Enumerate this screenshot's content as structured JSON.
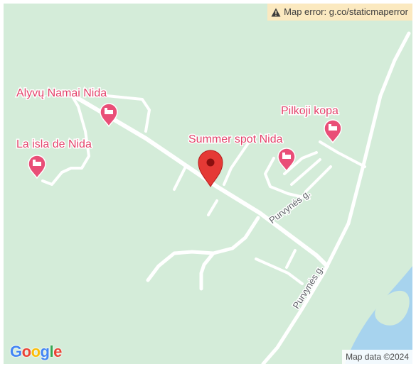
{
  "error_banner": {
    "icon": "warning-icon",
    "text": "Map error: g.co/staticmaperror"
  },
  "pois": [
    {
      "label": "Alyvų Namai Nida",
      "icon": "hotel-icon"
    },
    {
      "label": "La isla de Nida",
      "icon": "hotel-icon"
    },
    {
      "label": "Summer spot Nida",
      "icon": "hotel-icon"
    },
    {
      "label": "Pilkoji kopa",
      "icon": "hotel-icon"
    }
  ],
  "roads": [
    {
      "label": "Purvynės g."
    },
    {
      "label": "Purvynės g."
    }
  ],
  "marker": {
    "icon": "location-pin-icon"
  },
  "logo": {
    "letters": [
      "G",
      "o",
      "o",
      "g",
      "l",
      "e"
    ]
  },
  "attribution": "Map data ©2024",
  "colors": {
    "land": "#d4ecd9",
    "water": "#a7d3ee",
    "road": "#ffffff",
    "poi": "#e94e77",
    "marker": "#e53935",
    "label_text": "#e3436b",
    "road_label_text": "#5f6368",
    "banner_bg": "#fbe9c0"
  }
}
